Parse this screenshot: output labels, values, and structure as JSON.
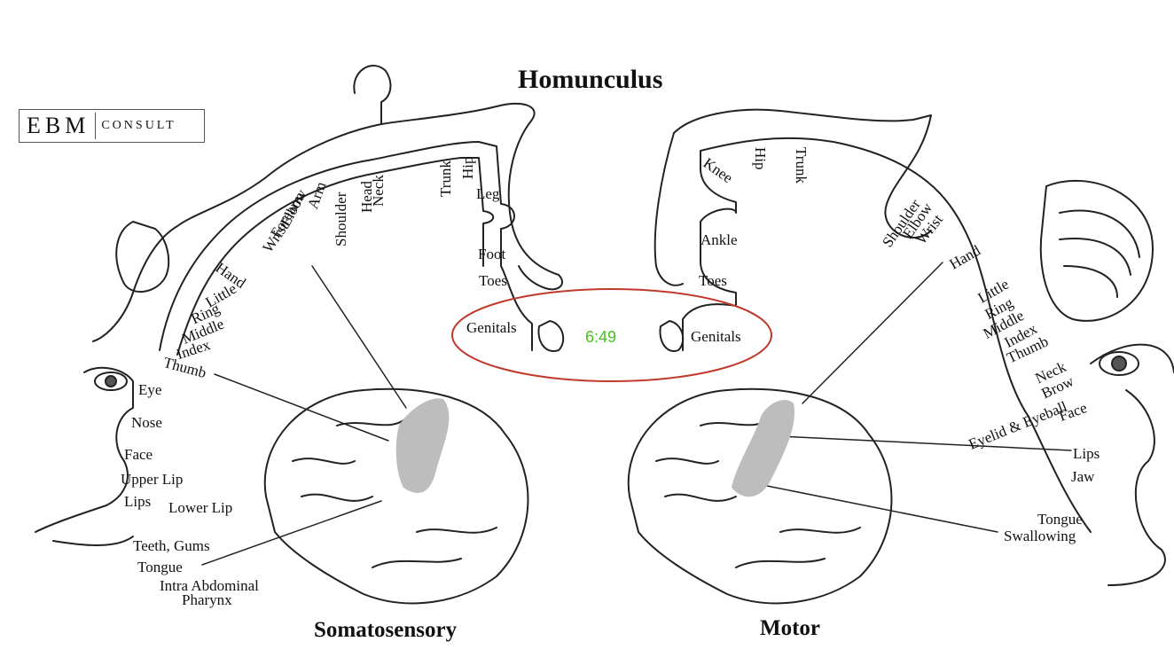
{
  "title": "Homunculus",
  "logo": {
    "main": "EBM",
    "sub": "CONSULT"
  },
  "timer": "6:49",
  "sections": {
    "left": "Somatosensory",
    "right": "Motor"
  },
  "sensory_labels": {
    "trunk": "Trunk",
    "hip": "Hip",
    "head": "Head",
    "neck": "Neck",
    "shoulder": "Shoulder",
    "arm": "Arm",
    "elbow": "Elbow",
    "forearm": "Forearm",
    "wrist": "Wrist",
    "hand": "Hand",
    "little": "Little",
    "ring": "Ring",
    "middle": "Middle",
    "index": "Index",
    "thumb": "Thumb",
    "eye": "Eye",
    "nose": "Nose",
    "face": "Face",
    "upper_lip": "Upper Lip",
    "lips": "Lips",
    "lower_lip": "Lower Lip",
    "teeth_gums": "Teeth, Gums",
    "tongue": "Tongue",
    "intra_abdominal": "Intra Abdominal",
    "pharynx": "Pharynx",
    "leg": "Leg",
    "foot": "Foot",
    "toes": "Toes",
    "genitals": "Genitals"
  },
  "motor_labels": {
    "knee": "Knee",
    "hip": "Hip",
    "trunk": "Trunk",
    "ankle": "Ankle",
    "toes": "Toes",
    "genitals": "Genitals",
    "shoulder": "Shoulder",
    "elbow": "Elbow",
    "wrist": "Wrist",
    "hand": "Hand",
    "little": "Little",
    "ring": "Ring",
    "middle": "Middle",
    "index": "Index",
    "thumb": "Thumb",
    "neck": "Neck",
    "brow": "Brow",
    "eyelid_eyeball": "Eyelid & Eyeball",
    "face": "Face",
    "lips": "Lips",
    "jaw": "Jaw",
    "tongue": "Tongue",
    "swallowing": "Swallowing"
  },
  "colors": {
    "timer": "#44c21a",
    "highlight_ellipse": "#c0392b",
    "cortex_strip": "#bdbdbd"
  }
}
